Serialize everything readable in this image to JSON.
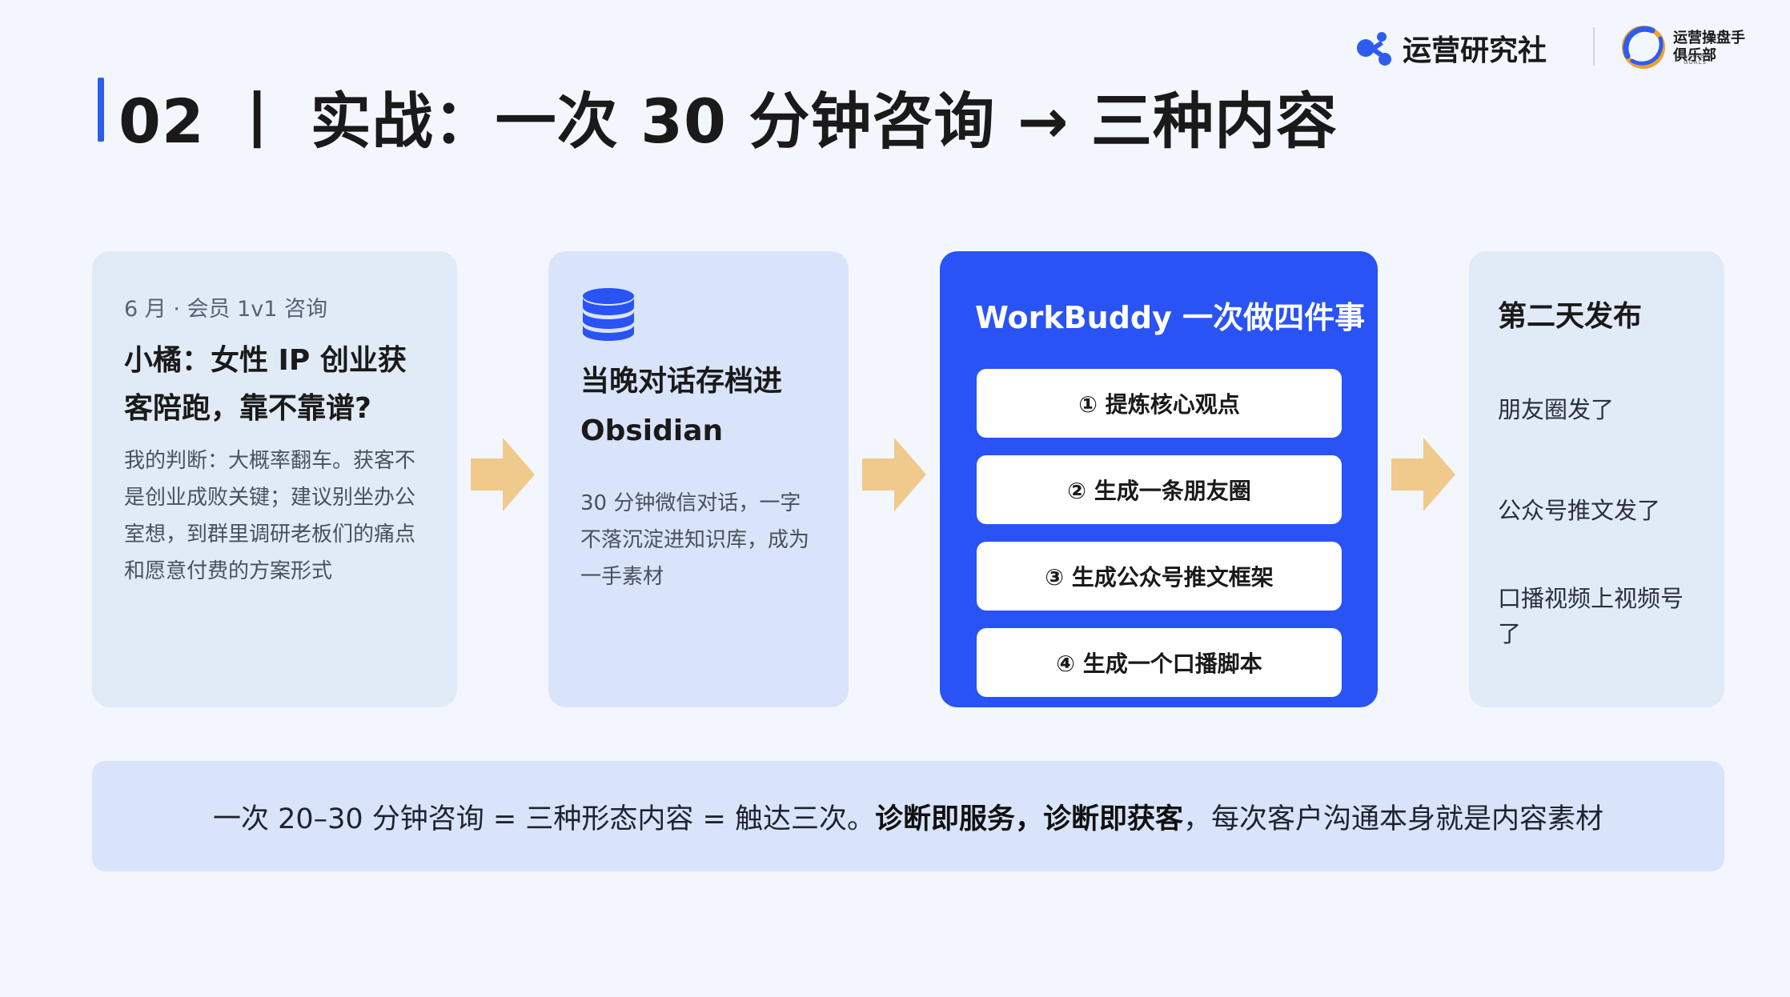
{
  "header": {
    "title": "02 丨 实战：一次 30 分钟咨询 → 三种内容",
    "brand_name": "运营研究社",
    "club_name": "运营操盘手俱乐部",
    "club_sub": "ACHIEVE GOALS"
  },
  "colors": {
    "accent": "#2953f5",
    "arrow": "#f0c98c",
    "card_light": "#e1ebf8",
    "card_mid": "#d9e4fa"
  },
  "cards": {
    "consult": {
      "meta": "6 月 · 会员 1v1 咨询",
      "title": "小橘：女性 IP 创业获客陪跑，靠不靠谱?",
      "body": "我的判断：大概率翻车。获客不是创业成败关键；建议别坐办公室想，到群里调研老板们的痛点和愿意付费的方案形式"
    },
    "archive": {
      "icon": "database-icon",
      "title": "当晚对话存档进 Obsidian",
      "body": "30 分钟微信对话，一字不落沉淀进知识库，成为一手素材"
    },
    "workbuddy": {
      "title": "WorkBuddy 一次做四件事",
      "steps": [
        "① 提炼核心观点",
        "② 生成一条朋友圈",
        "③ 生成公众号推文框架",
        "④ 生成一个口播脚本"
      ]
    },
    "publish": {
      "title": "第二天发布",
      "items": [
        "朋友圈发了",
        "公众号推文发了",
        "口播视频上视频号了"
      ]
    }
  },
  "banner": {
    "plain": "一次 20–30 分钟咨询 = 三种形态内容 = 触达三次。",
    "bold": "诊断即服务，诊断即获客",
    "tail": "，每次客户沟通本身就是内容素材"
  }
}
